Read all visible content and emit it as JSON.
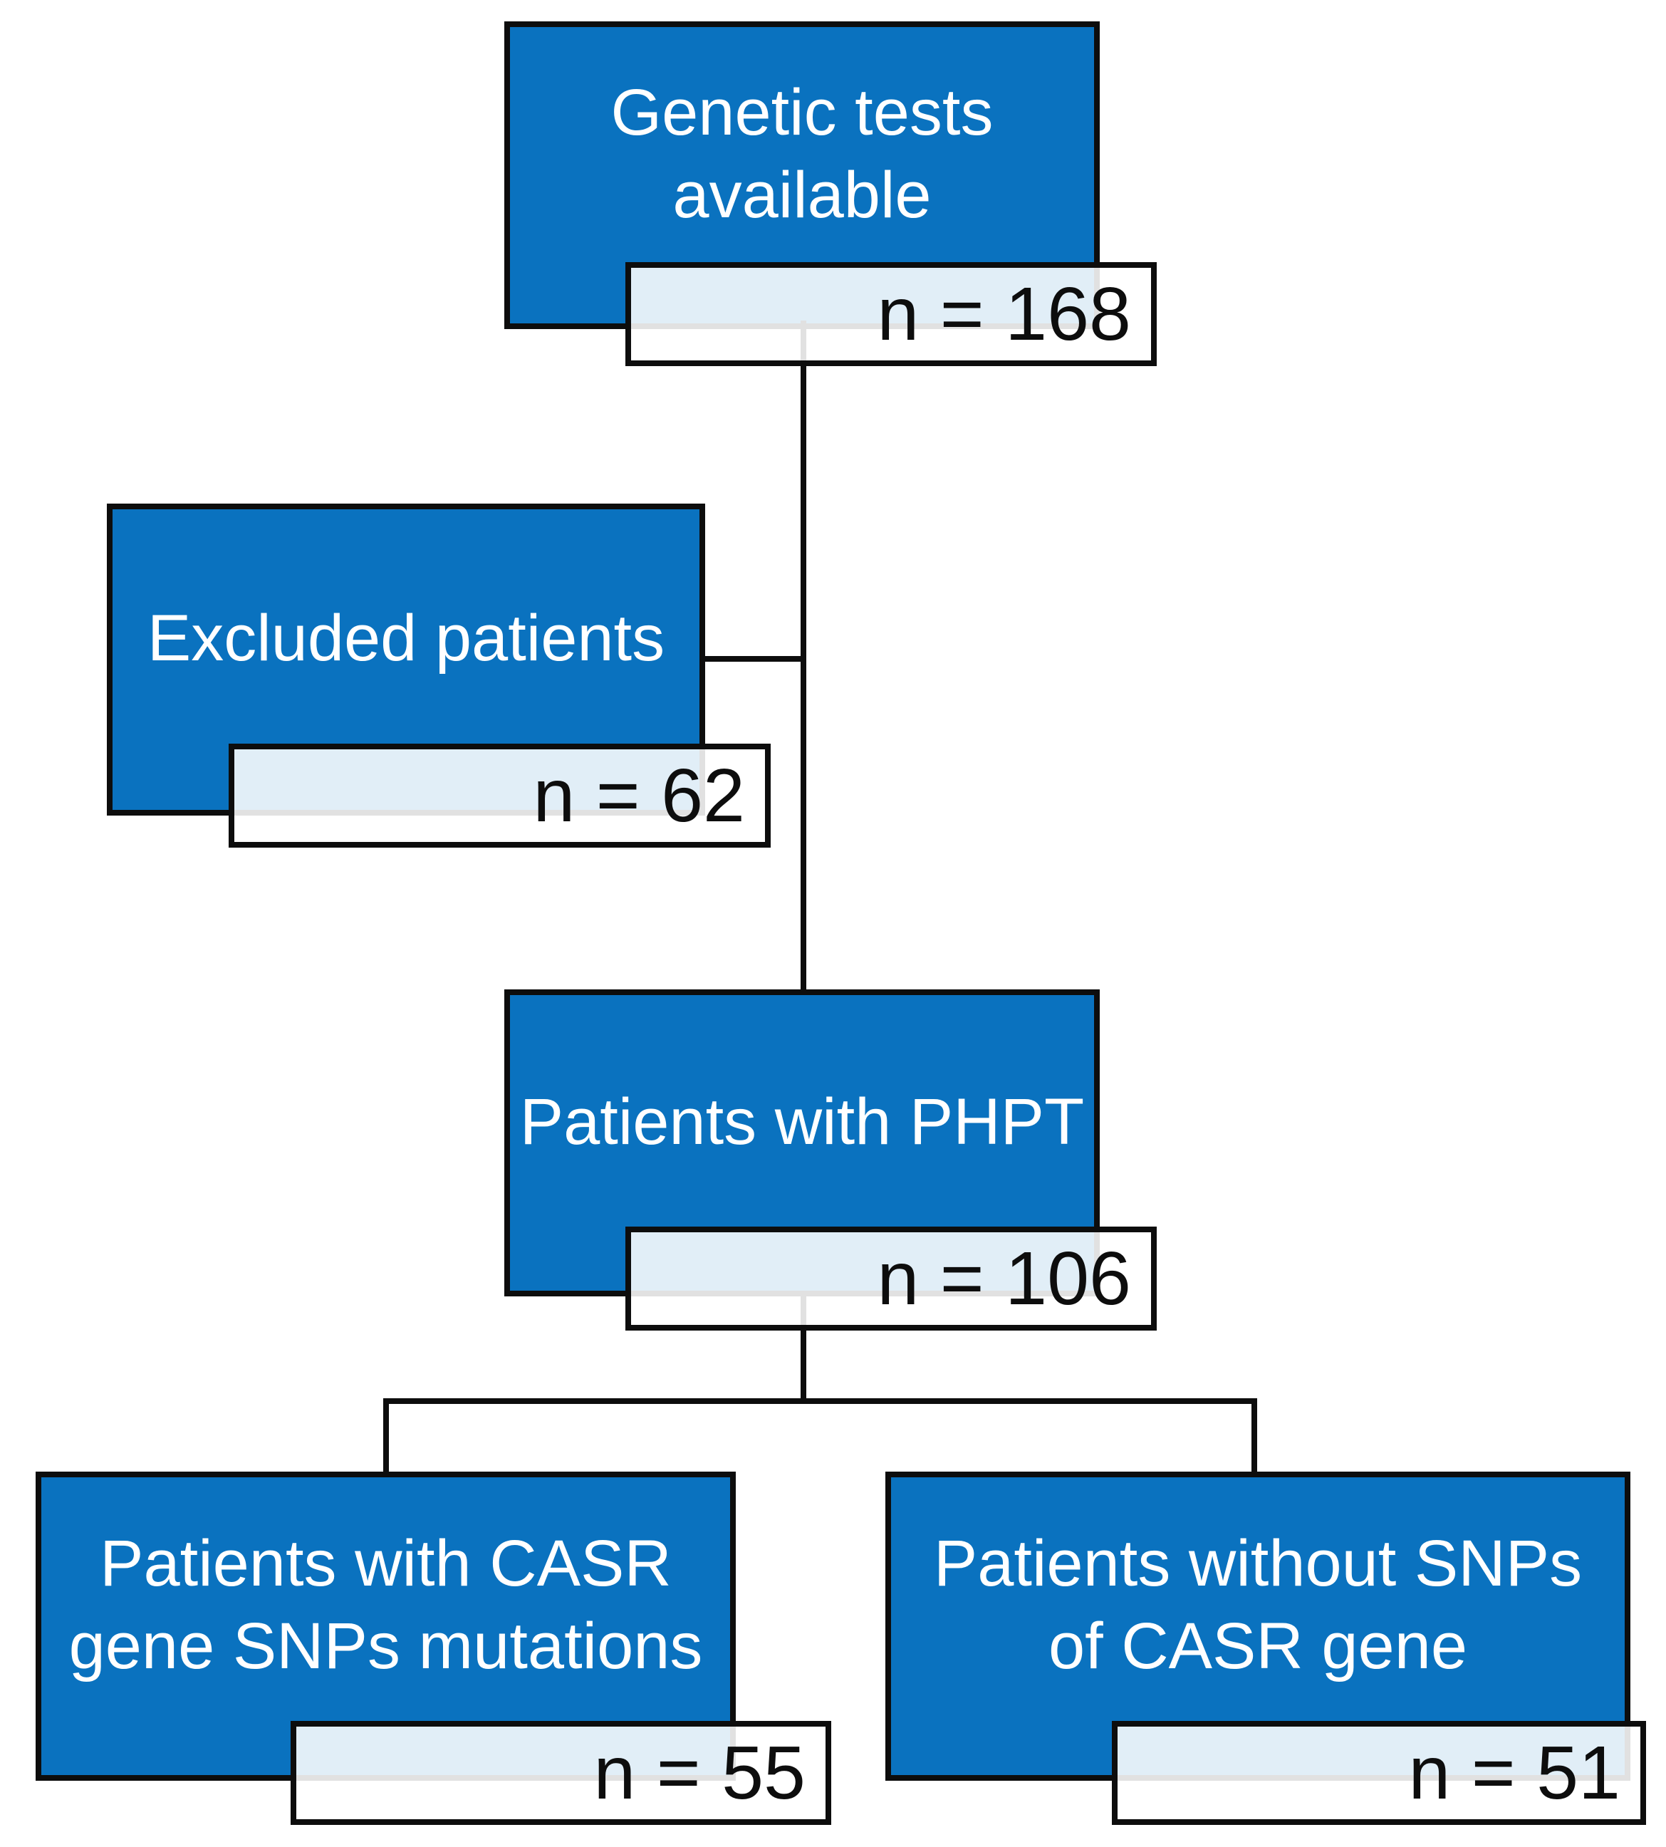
{
  "figure": {
    "type": "flowchart",
    "colors": {
      "page_bg": "#ffffff",
      "node_fill": "#0a72bf",
      "node_border": "#0d0d0d",
      "node_text": "#ffffff",
      "count_text": "#0d0d0d",
      "connector": "#0d0d0d"
    },
    "nodes": {
      "genetic_tests": {
        "line1": "Genetic tests",
        "line2": "available",
        "count": "n = 168"
      },
      "excluded": {
        "line1": "Excluded patients",
        "line2": "",
        "count": "n = 62"
      },
      "phpt": {
        "line1": "Patients with PHPT",
        "line2": "",
        "count": "n = 106"
      },
      "casr_snps": {
        "line1": "Patients with CASR",
        "line2": "gene SNPs mutations",
        "count": "n = 55"
      },
      "no_snps": {
        "line1": "Patients without SNPs",
        "line2": "of CASR gene",
        "count": "n = 51"
      }
    }
  }
}
